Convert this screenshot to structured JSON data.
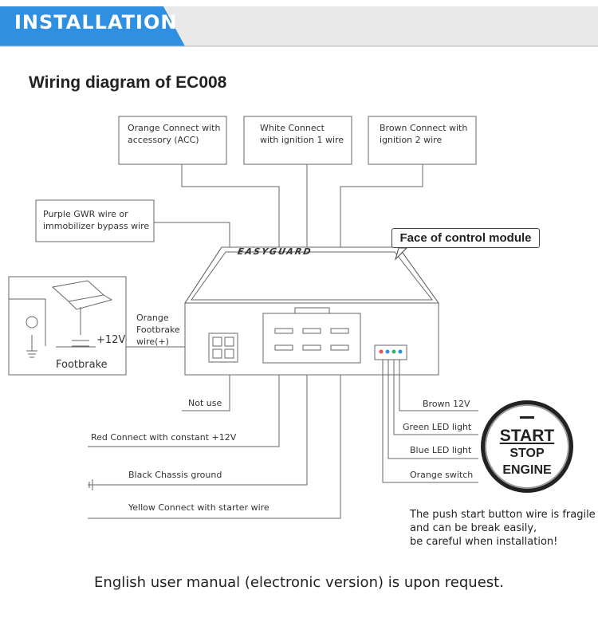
{
  "header": {
    "banner_text": "INSTALLATION"
  },
  "title": "Wiring diagram of EC008",
  "module": {
    "brand": "EASYGUARD",
    "face_label": "Face of control module"
  },
  "boxes": {
    "orange": [
      "Orange Connect with",
      "accessory (ACC)"
    ],
    "white": [
      "White Connect",
      "with ignition 1 wire"
    ],
    "brown": [
      "Brown Connect with",
      "ignition 2 wire"
    ],
    "purple": [
      "Purple  GWR wire or",
      "immobilizer bypass wire"
    ]
  },
  "footbrake": {
    "label": "Footbrake",
    "voltage": "+12V",
    "wire_label": [
      "Orange",
      "Footbrake",
      "wire(+)"
    ]
  },
  "wires": {
    "not_use": "Not use",
    "red": "Red Connect with constant +12V",
    "black": "Black  Chassis ground",
    "yellow": "Yellow Connect with starter wire"
  },
  "button_wires": {
    "brown": "Brown 12V",
    "green": "Green LED light",
    "blue": "Blue LED light",
    "orange": "Orange switch"
  },
  "button": {
    "line1": "START",
    "line2": "STOP",
    "line3": "ENGINE"
  },
  "note": [
    "The push start button wire is fragile",
    "and can be break easily,",
    "be careful when installation!"
  ],
  "footer": "English user manual (electronic version) is upon request.",
  "colors": {
    "banner_blue": "#2f8fe0",
    "banner_grey": "#e9e9e9",
    "line": "#555555"
  }
}
